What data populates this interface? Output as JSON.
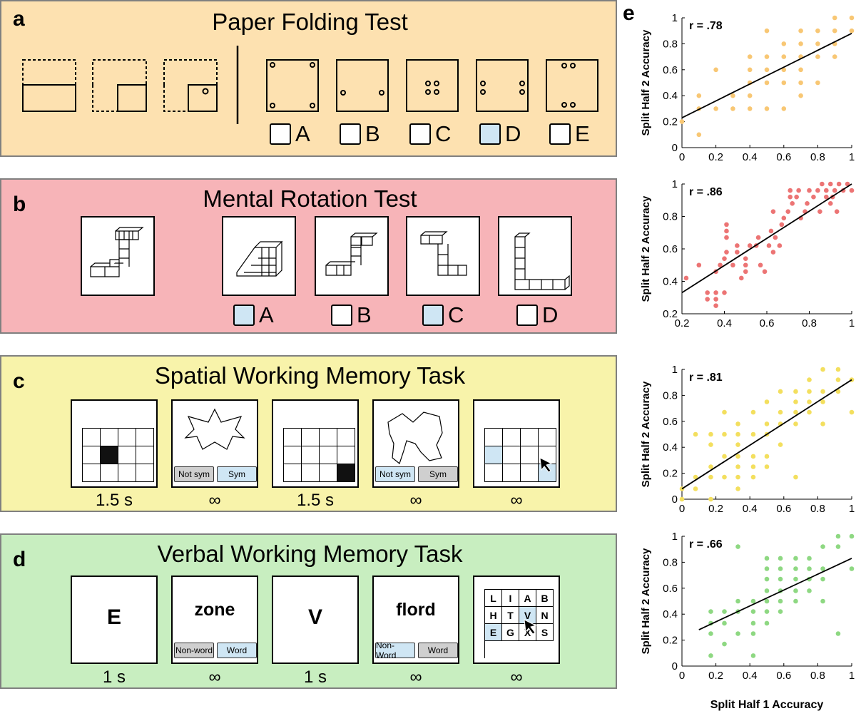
{
  "panels": {
    "a": {
      "label": "a",
      "title": "Paper Folding Test",
      "options": [
        "A",
        "B",
        "C",
        "D",
        "E"
      ],
      "selected": [
        false,
        false,
        false,
        true,
        false
      ]
    },
    "b": {
      "label": "b",
      "title": "Mental Rotation Test",
      "options": [
        "A",
        "B",
        "C",
        "D"
      ],
      "selected": [
        true,
        false,
        true,
        false
      ]
    },
    "c": {
      "label": "c",
      "title": "Spatial Working Memory Task",
      "times": [
        "1.5 s",
        "∞",
        "1.5 s",
        "∞",
        "∞"
      ],
      "buttons": [
        {
          "label": "Not sym",
          "state": "gray"
        },
        {
          "label": "Sym",
          "state": "blue"
        },
        {
          "label": "Not sym",
          "state": "blue"
        },
        {
          "label": "Sym",
          "state": "gray"
        }
      ]
    },
    "d": {
      "label": "d",
      "title": "Verbal Working Memory Task",
      "stimuli": [
        "E",
        "zone",
        "V",
        "flord"
      ],
      "times": [
        "1 s",
        "∞",
        "1 s",
        "∞",
        "∞"
      ],
      "buttons": [
        {
          "label": "Non-word",
          "state": "gray"
        },
        {
          "label": "Word",
          "state": "blue"
        },
        {
          "label": "Non-Word",
          "state": "blue"
        },
        {
          "label": "Word",
          "state": "gray"
        }
      ],
      "letter_grid": [
        "L",
        "I",
        "A",
        "B",
        "H",
        "T",
        "V",
        "N",
        "E",
        "G",
        "X",
        "S"
      ],
      "letter_grid_selected": [
        false,
        false,
        false,
        false,
        false,
        false,
        true,
        false,
        true,
        false,
        false,
        false
      ]
    }
  },
  "scatter_panel": {
    "label": "e",
    "xlabel": "Split Half 1 Accuracy",
    "ylabel": "Split Half 2 Accuracy"
  },
  "chart_data": [
    {
      "type": "scatter",
      "r_label": "r = .78",
      "color": "#f8c774",
      "xlim": [
        0,
        1
      ],
      "ylim": [
        0,
        1
      ],
      "xticks": [
        "0",
        "0.2",
        "0.4",
        "0.6",
        "0.8",
        "1"
      ],
      "yticks": [
        "0",
        "0.2",
        "0.4",
        "0.6",
        "0.8",
        "1"
      ],
      "tick_values_x": [
        0,
        0.2,
        0.4,
        0.6,
        0.8,
        1
      ],
      "tick_values_y": [
        0,
        0.2,
        0.4,
        0.6,
        0.8,
        1
      ],
      "fit": [
        [
          0,
          0.23
        ],
        [
          1,
          0.88
        ]
      ],
      "points": [
        [
          0,
          0.2
        ],
        [
          0.1,
          0.1
        ],
        [
          0.1,
          0.3
        ],
        [
          0.1,
          0.4
        ],
        [
          0.2,
          0.3
        ],
        [
          0.2,
          0.6
        ],
        [
          0.3,
          0.3
        ],
        [
          0.3,
          0.4
        ],
        [
          0.4,
          0.3
        ],
        [
          0.4,
          0.4
        ],
        [
          0.4,
          0.5
        ],
        [
          0.4,
          0.6
        ],
        [
          0.4,
          0.7
        ],
        [
          0.5,
          0.3
        ],
        [
          0.5,
          0.5
        ],
        [
          0.5,
          0.6
        ],
        [
          0.5,
          0.7
        ],
        [
          0.5,
          0.9
        ],
        [
          0.6,
          0.3
        ],
        [
          0.6,
          0.5
        ],
        [
          0.6,
          0.6
        ],
        [
          0.6,
          0.7
        ],
        [
          0.6,
          0.8
        ],
        [
          0.7,
          0.4
        ],
        [
          0.7,
          0.5
        ],
        [
          0.7,
          0.6
        ],
        [
          0.7,
          0.7
        ],
        [
          0.7,
          0.8
        ],
        [
          0.7,
          0.9
        ],
        [
          0.8,
          0.5
        ],
        [
          0.8,
          0.7
        ],
        [
          0.8,
          0.8
        ],
        [
          0.8,
          0.9
        ],
        [
          0.9,
          0.7
        ],
        [
          0.9,
          0.8
        ],
        [
          0.9,
          0.9
        ],
        [
          0.9,
          1
        ],
        [
          1,
          0.9
        ],
        [
          1,
          1
        ]
      ]
    },
    {
      "type": "scatter",
      "r_label": "r = .86",
      "color": "#ec7474",
      "xlim": [
        0.2,
        1
      ],
      "ylim": [
        0.2,
        1
      ],
      "xticks": [
        "0.2",
        "0.4",
        "0.6",
        "0.8",
        "1"
      ],
      "yticks": [
        "0.2",
        "0.4",
        "0.6",
        "0.8",
        "1"
      ],
      "tick_values_x": [
        0.2,
        0.4,
        0.6,
        0.8,
        1
      ],
      "tick_values_y": [
        0.2,
        0.4,
        0.6,
        0.8,
        1
      ],
      "fit": [
        [
          0.2,
          0.33
        ],
        [
          1,
          1
        ]
      ],
      "points": [
        [
          0.22,
          0.42
        ],
        [
          0.28,
          0.5
        ],
        [
          0.32,
          0.29
        ],
        [
          0.32,
          0.33
        ],
        [
          0.36,
          0.25
        ],
        [
          0.36,
          0.29
        ],
        [
          0.36,
          0.33
        ],
        [
          0.36,
          0.46
        ],
        [
          0.4,
          0.33
        ],
        [
          0.38,
          0.5
        ],
        [
          0.4,
          0.54
        ],
        [
          0.41,
          0.58
        ],
        [
          0.41,
          0.67
        ],
        [
          0.41,
          0.71
        ],
        [
          0.41,
          0.75
        ],
        [
          0.44,
          0.5
        ],
        [
          0.46,
          0.58
        ],
        [
          0.46,
          0.62
        ],
        [
          0.48,
          0.42
        ],
        [
          0.5,
          0.46
        ],
        [
          0.5,
          0.54
        ],
        [
          0.5,
          0.5
        ],
        [
          0.52,
          0.62
        ],
        [
          0.55,
          0.62
        ],
        [
          0.56,
          0.67
        ],
        [
          0.57,
          0.5
        ],
        [
          0.59,
          0.46
        ],
        [
          0.61,
          0.62
        ],
        [
          0.62,
          0.71
        ],
        [
          0.63,
          0.58
        ],
        [
          0.63,
          0.83
        ],
        [
          0.64,
          0.67
        ],
        [
          0.66,
          0.62
        ],
        [
          0.67,
          0.75
        ],
        [
          0.68,
          0.79
        ],
        [
          0.7,
          0.83
        ],
        [
          0.71,
          0.92
        ],
        [
          0.71,
          0.96
        ],
        [
          0.72,
          0.88
        ],
        [
          0.74,
          0.92
        ],
        [
          0.75,
          0.96
        ],
        [
          0.76,
          0.79
        ],
        [
          0.78,
          0.83
        ],
        [
          0.79,
          0.88
        ],
        [
          0.8,
          0.96
        ],
        [
          0.82,
          0.92
        ],
        [
          0.84,
          0.96
        ],
        [
          0.85,
          0.83
        ],
        [
          0.86,
          1
        ],
        [
          0.88,
          0.92
        ],
        [
          0.88,
          0.96
        ],
        [
          0.9,
          0.88
        ],
        [
          0.9,
          1
        ],
        [
          0.92,
          0.96
        ],
        [
          0.93,
          0.83
        ],
        [
          0.94,
          1
        ],
        [
          0.96,
          0.96
        ],
        [
          0.98,
          1
        ],
        [
          1,
          0.96
        ],
        [
          0.91,
          0.92
        ]
      ]
    },
    {
      "type": "scatter",
      "r_label": "r = .81",
      "color": "#f3df5e",
      "xlim": [
        0,
        1
      ],
      "ylim": [
        0,
        1
      ],
      "xticks": [
        "0",
        "0.2",
        "0.4",
        "0.6",
        "0.8",
        "1"
      ],
      "yticks": [
        "0",
        "0.2",
        "0.4",
        "0.6",
        "0.8",
        "1"
      ],
      "tick_values_x": [
        0,
        0.2,
        0.4,
        0.6,
        0.8,
        1
      ],
      "tick_values_y": [
        0,
        0.2,
        0.4,
        0.6,
        0.8,
        1
      ],
      "fit": [
        [
          0,
          0.08
        ],
        [
          1,
          0.92
        ]
      ],
      "points": [
        [
          0,
          0
        ],
        [
          0,
          0.08
        ],
        [
          0.08,
          0.08
        ],
        [
          0.08,
          0.17
        ],
        [
          0.08,
          0.5
        ],
        [
          0.17,
          0
        ],
        [
          0.17,
          0.17
        ],
        [
          0.17,
          0.25
        ],
        [
          0.17,
          0.42
        ],
        [
          0.17,
          0.5
        ],
        [
          0.25,
          0.17
        ],
        [
          0.25,
          0.33
        ],
        [
          0.25,
          0.5
        ],
        [
          0.25,
          0.67
        ],
        [
          0.33,
          0.08
        ],
        [
          0.33,
          0.17
        ],
        [
          0.33,
          0.25
        ],
        [
          0.33,
          0.33
        ],
        [
          0.33,
          0.42
        ],
        [
          0.33,
          0.5
        ],
        [
          0.33,
          0.58
        ],
        [
          0.42,
          0.17
        ],
        [
          0.42,
          0.25
        ],
        [
          0.42,
          0.33
        ],
        [
          0.42,
          0.5
        ],
        [
          0.42,
          0.67
        ],
        [
          0.5,
          0.25
        ],
        [
          0.5,
          0.33
        ],
        [
          0.5,
          0.5
        ],
        [
          0.5,
          0.58
        ],
        [
          0.5,
          0.75
        ],
        [
          0.58,
          0.42
        ],
        [
          0.58,
          0.58
        ],
        [
          0.58,
          0.67
        ],
        [
          0.58,
          0.83
        ],
        [
          0.67,
          0.17
        ],
        [
          0.67,
          0.58
        ],
        [
          0.67,
          0.67
        ],
        [
          0.67,
          0.75
        ],
        [
          0.67,
          0.83
        ],
        [
          0.75,
          0.67
        ],
        [
          0.75,
          0.75
        ],
        [
          0.75,
          0.83
        ],
        [
          0.75,
          0.92
        ],
        [
          0.83,
          0.58
        ],
        [
          0.83,
          0.75
        ],
        [
          0.83,
          0.83
        ],
        [
          0.83,
          1
        ],
        [
          0.92,
          0.83
        ],
        [
          0.92,
          0.92
        ],
        [
          0.92,
          1
        ],
        [
          1,
          0.67
        ],
        [
          1,
          0.92
        ]
      ]
    },
    {
      "type": "scatter",
      "r_label": "r = .66",
      "color": "#8ed882",
      "xlim": [
        0,
        1
      ],
      "ylim": [
        0,
        1
      ],
      "xticks": [
        "0",
        "0.2",
        "0.4",
        "0.6",
        "0.8",
        "1"
      ],
      "yticks": [
        "0",
        "0.2",
        "0.4",
        "0.6",
        "0.8",
        "1"
      ],
      "tick_values_x": [
        0,
        0.2,
        0.4,
        0.6,
        0.8,
        1
      ],
      "tick_values_y": [
        0,
        0.2,
        0.4,
        0.6,
        0.8,
        1
      ],
      "fit": [
        [
          0.1,
          0.28
        ],
        [
          1,
          0.83
        ]
      ],
      "points": [
        [
          0.17,
          0.08
        ],
        [
          0.17,
          0.25
        ],
        [
          0.17,
          0.33
        ],
        [
          0.17,
          0.42
        ],
        [
          0.25,
          0.17
        ],
        [
          0.25,
          0.33
        ],
        [
          0.25,
          0.42
        ],
        [
          0.33,
          0.25
        ],
        [
          0.33,
          0.42
        ],
        [
          0.33,
          0.5
        ],
        [
          0.33,
          0.92
        ],
        [
          0.42,
          0.08
        ],
        [
          0.42,
          0.25
        ],
        [
          0.42,
          0.33
        ],
        [
          0.42,
          0.42
        ],
        [
          0.42,
          0.5
        ],
        [
          0.5,
          0.33
        ],
        [
          0.5,
          0.42
        ],
        [
          0.5,
          0.5
        ],
        [
          0.5,
          0.58
        ],
        [
          0.5,
          0.67
        ],
        [
          0.5,
          0.75
        ],
        [
          0.5,
          0.83
        ],
        [
          0.58,
          0.42
        ],
        [
          0.58,
          0.5
        ],
        [
          0.58,
          0.58
        ],
        [
          0.58,
          0.67
        ],
        [
          0.58,
          0.75
        ],
        [
          0.58,
          0.83
        ],
        [
          0.67,
          0.5
        ],
        [
          0.67,
          0.58
        ],
        [
          0.67,
          0.67
        ],
        [
          0.67,
          0.75
        ],
        [
          0.67,
          0.83
        ],
        [
          0.75,
          0.58
        ],
        [
          0.75,
          0.67
        ],
        [
          0.75,
          0.75
        ],
        [
          0.75,
          0.83
        ],
        [
          0.83,
          0.5
        ],
        [
          0.83,
          0.67
        ],
        [
          0.83,
          0.75
        ],
        [
          0.83,
          0.92
        ],
        [
          0.92,
          0.25
        ],
        [
          0.92,
          0.92
        ],
        [
          0.92,
          1
        ],
        [
          1,
          0.75
        ],
        [
          1,
          1
        ]
      ]
    }
  ]
}
